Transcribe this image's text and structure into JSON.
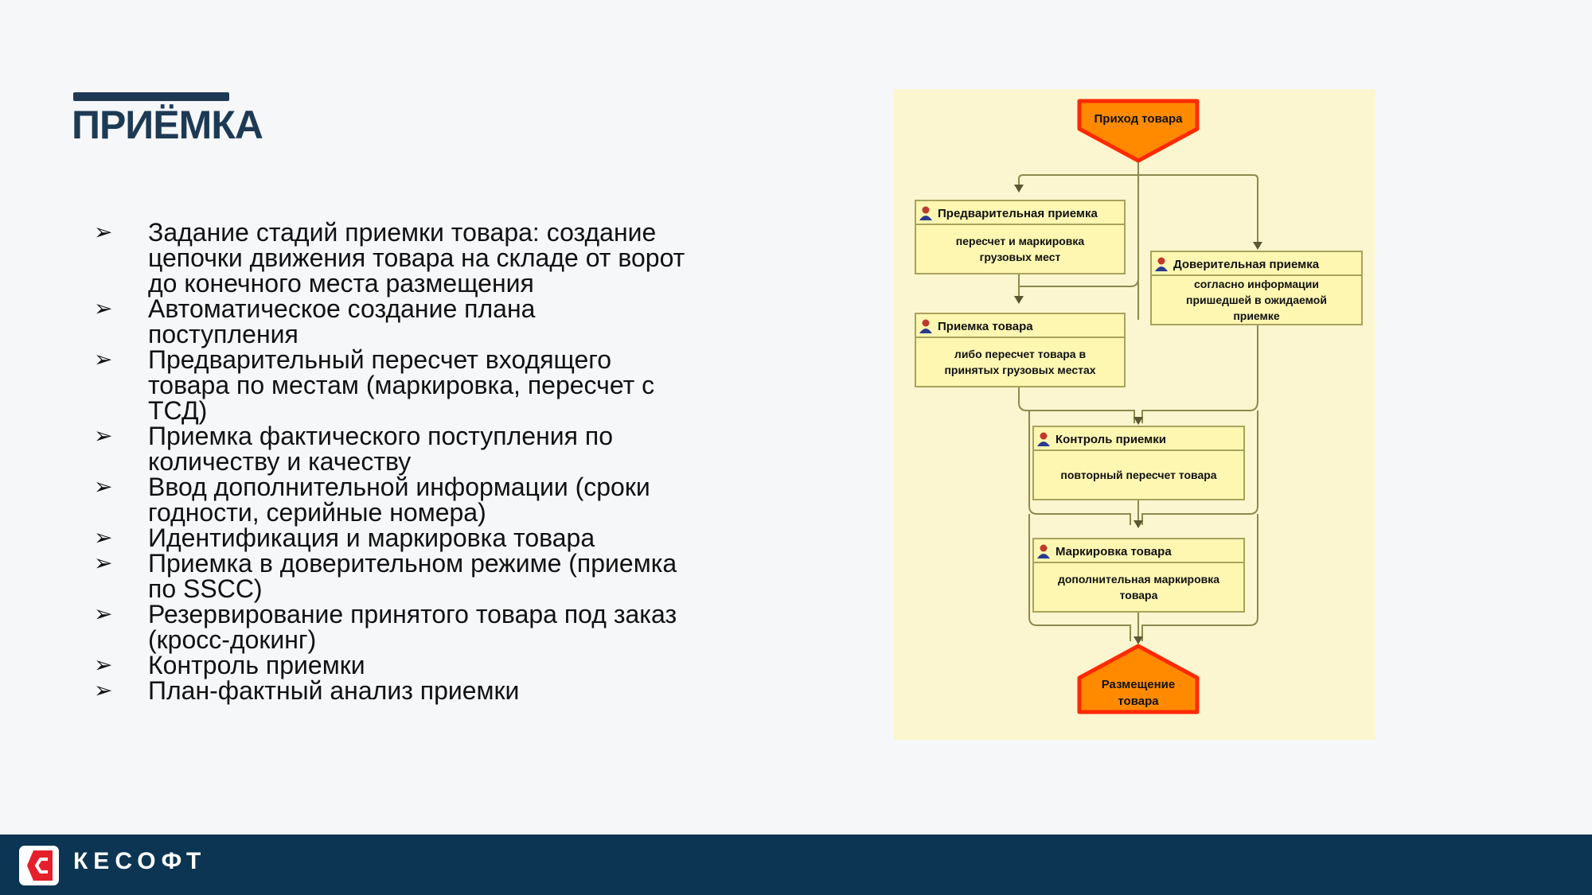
{
  "page": {
    "title": "ПРИЁМКА"
  },
  "bullets": [
    [
      "Задание стадий приемки товара: создание",
      "цепочки движения товара на складе от ворот",
      "до конечного места размещения"
    ],
    [
      "Автоматическое создание плана",
      "поступления"
    ],
    [
      "Предварительный пересчет входящего",
      "товара по местам (маркировка, пересчет с",
      "ТСД)"
    ],
    [
      "Приемка фактического поступления по",
      "количеству и качеству"
    ],
    [
      "Ввод дополнительной информации (сроки",
      "годности, серийные номера)"
    ],
    [
      "Идентификация и маркировка товара"
    ],
    [
      "Приемка в доверительном режиме (приемка",
      "по SSCC)"
    ],
    [
      "Резервирование принятого товара под заказ",
      "(кросс-докинг)"
    ],
    [
      "Контроль приемки"
    ],
    [
      "План-фактный анализ приемки"
    ]
  ],
  "bullet_marker": "➢",
  "diagram": {
    "start": {
      "label": "Приход товара"
    },
    "end": {
      "label": [
        "Размещение",
        "товара"
      ]
    },
    "steps": [
      {
        "id": "pre",
        "title": "Предварительная приемка",
        "body": [
          "пересчет и маркировка",
          "грузовых мест"
        ]
      },
      {
        "id": "trust",
        "title": "Доверительная приемка",
        "body": [
          "согласно информации",
          "пришедшей в ожидаемой",
          "приемке"
        ]
      },
      {
        "id": "accept",
        "title": "Приемка товара",
        "body": [
          "либо пересчет товара в",
          "принятых грузовых местах"
        ]
      },
      {
        "id": "control",
        "title": "Контроль приемки",
        "body": [
          "повторный пересчет товара"
        ]
      },
      {
        "id": "mark",
        "title": "Маркировка товара",
        "body": [
          "дополнительная маркировка",
          "товара"
        ]
      }
    ],
    "colors": {
      "panel": "#fbf6cf",
      "box_fill": "#fdf7b2",
      "box_stroke": "#a8a35a",
      "terminal_fill": "#ff8a00",
      "terminal_stroke": "#ff2a00",
      "line": "#8c8a50"
    }
  },
  "footer": {
    "brand": "КЕСОФТ",
    "logo_icon": "kesoft-logo-icon"
  }
}
